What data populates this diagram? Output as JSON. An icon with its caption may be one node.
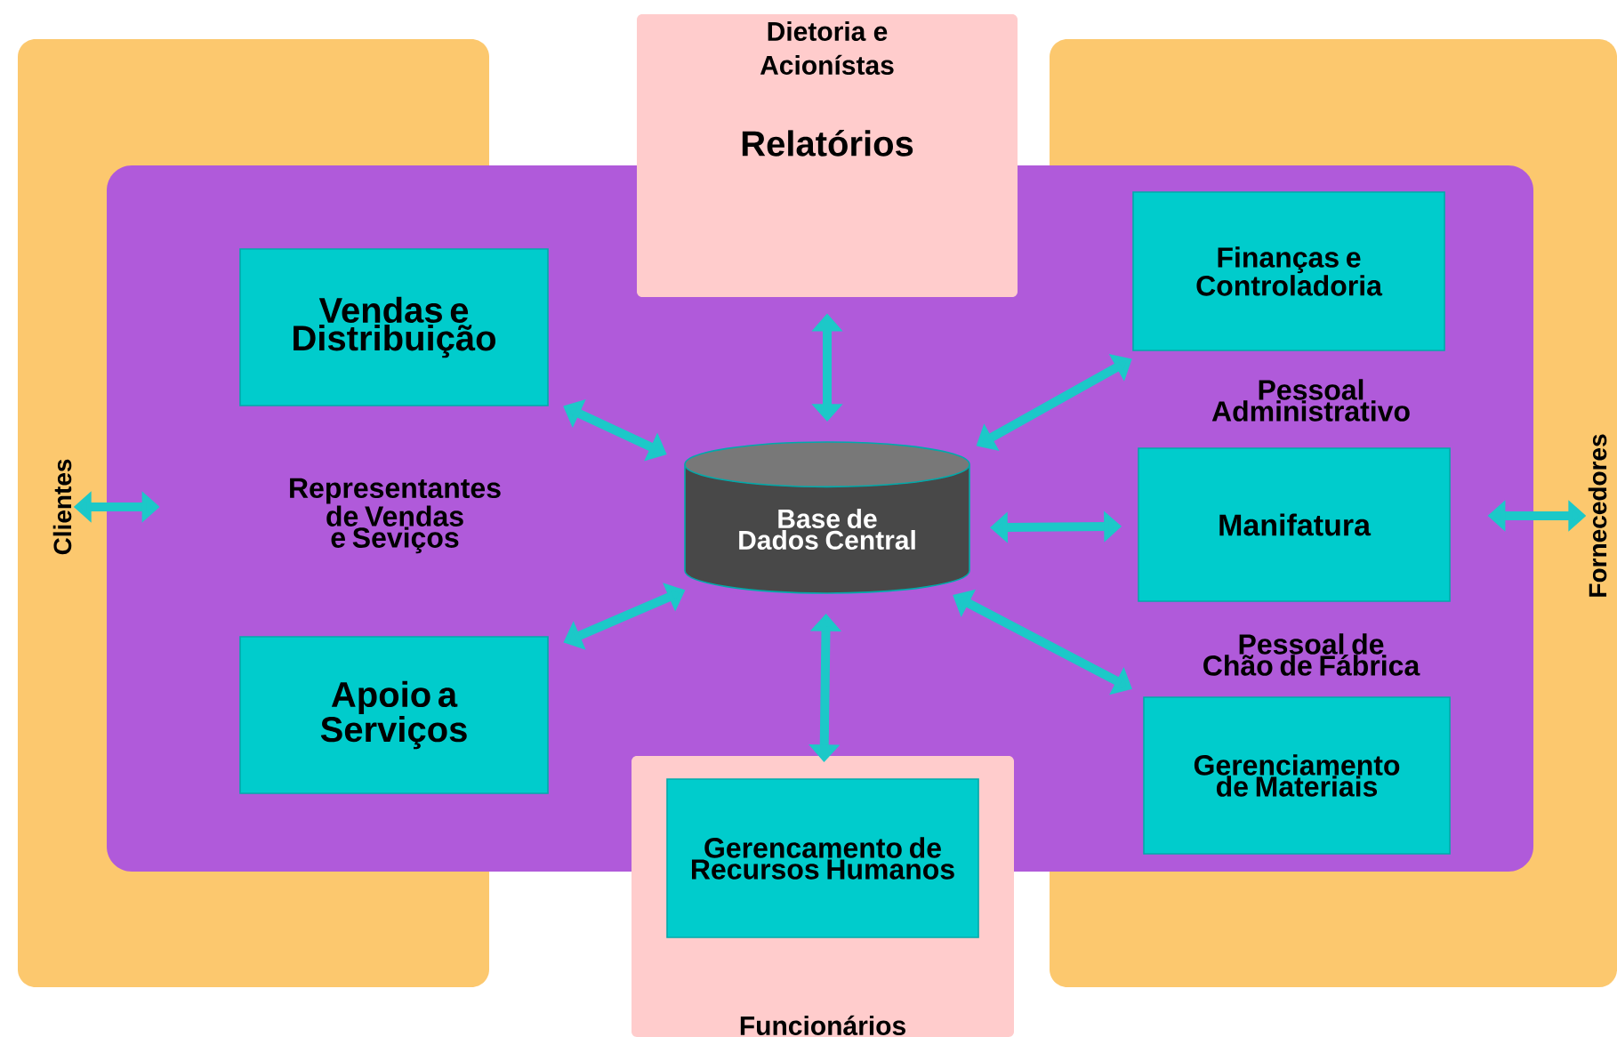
{
  "diagram": {
    "nodes": [
      {
        "text": [
          "Clientes"
        ]
      },
      {
        "text": [
          "Fornecedores"
        ]
      },
      {
        "text": [],
        "shape": "box"
      },
      {
        "text": [
          "Dietoria e Acionístas",
          "Relatórios"
        ]
      },
      {
        "text": [
          "Vendas e Distribuição"
        ],
        "in": 2
      },
      {
        "text": [
          "Finanças e Controladoria"
        ],
        "in": 2
      },
      {
        "text": [
          "Base de Dados Central"
        ],
        "in": 2
      },
      {
        "text": [
          "Manifatura"
        ],
        "in": 2
      },
      {
        "text": [
          "Apoio a Serviços"
        ],
        "in": 2
      },
      {
        "text": [
          "Gerenciamento de Materiais"
        ],
        "in": 2
      },
      {
        "text": [
          "Funcionários"
        ]
      },
      {
        "text": [
          "Gerencamento de Recursos Humanos"
        ],
        "in": 10
      }
    ],
    "edges": [
      {
        "from": 0,
        "to": 2,
        "arrow": "both"
      },
      {
        "from": 2,
        "to": 1,
        "arrow": "both"
      },
      {
        "from": 3,
        "to": 6,
        "arrow": "both"
      },
      {
        "from": 4,
        "to": 6,
        "arrow": "both"
      },
      {
        "from": 5,
        "to": 6,
        "arrow": "both"
      },
      {
        "from": 7,
        "to": 6,
        "arrow": "both"
      },
      {
        "from": 8,
        "to": 6,
        "arrow": "both"
      },
      {
        "from": 9,
        "to": 6,
        "arrow": "both"
      },
      {
        "from": 11,
        "to": 6,
        "arrow": "both"
      }
    ],
    "labels": [
      "Representantes de Vendas e Seviços",
      "Pessoal Administrativo",
      "Pessoal de Chão de Fábrica"
    ]
  }
}
